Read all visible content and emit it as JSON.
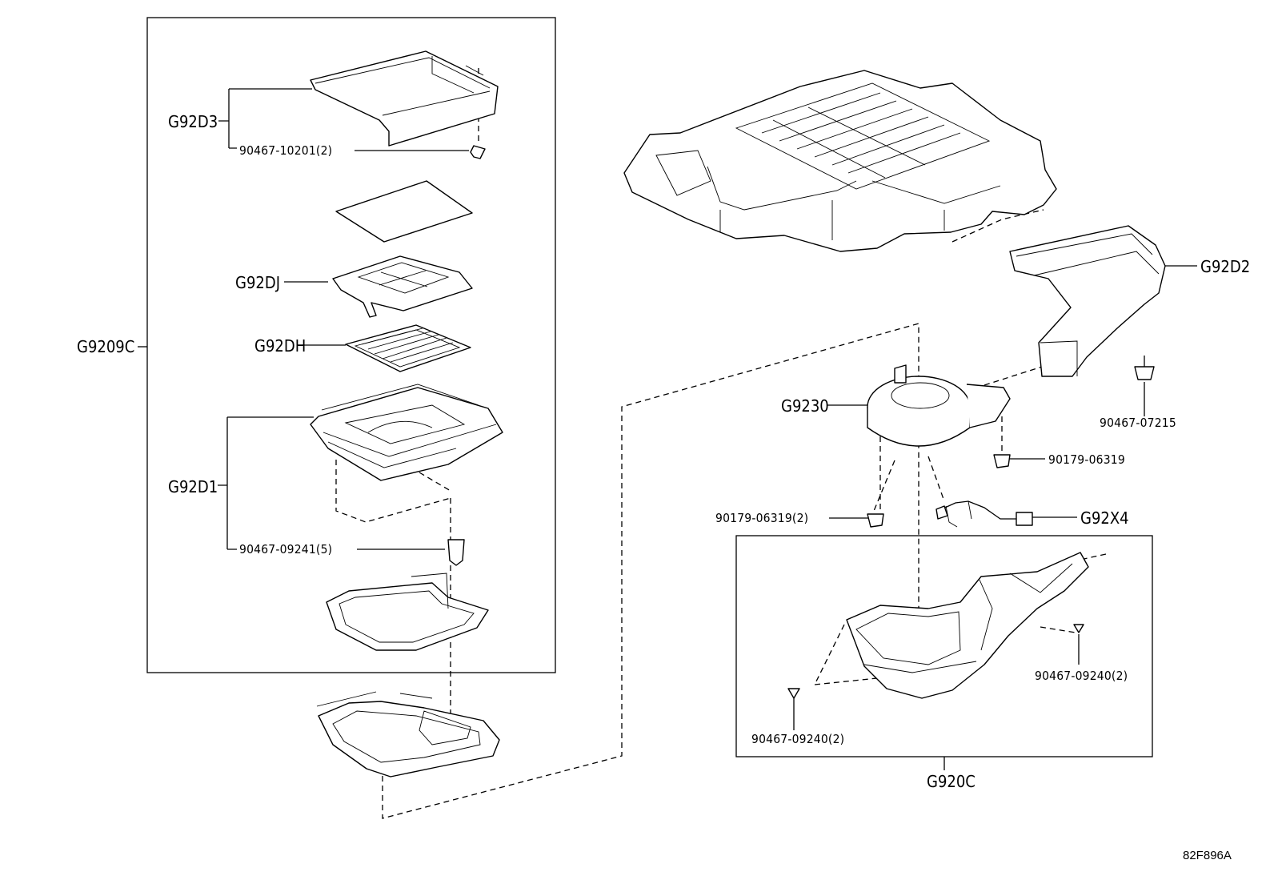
{
  "labels": {
    "g9209c": "G9209C",
    "g92d3": "G92D3",
    "p90467_10201": "90467-10201(2)",
    "g92dj": "G92DJ",
    "g92dh": "G92DH",
    "g92d1": "G92D1",
    "p90467_09241": "90467-09241(5)",
    "g92d2": "G92D2",
    "p90467_07215": "90467-07215",
    "g9230": "G9230",
    "p90179_06319": "90179-06319",
    "p90179_06319_2": "90179-06319(2)",
    "g92x4": "G92X4",
    "p90467_09240_right": "90467-09240(2)",
    "p90467_09240_left": "90467-09240(2)",
    "g920c": "G920C"
  },
  "figure_ref": "82F896A"
}
